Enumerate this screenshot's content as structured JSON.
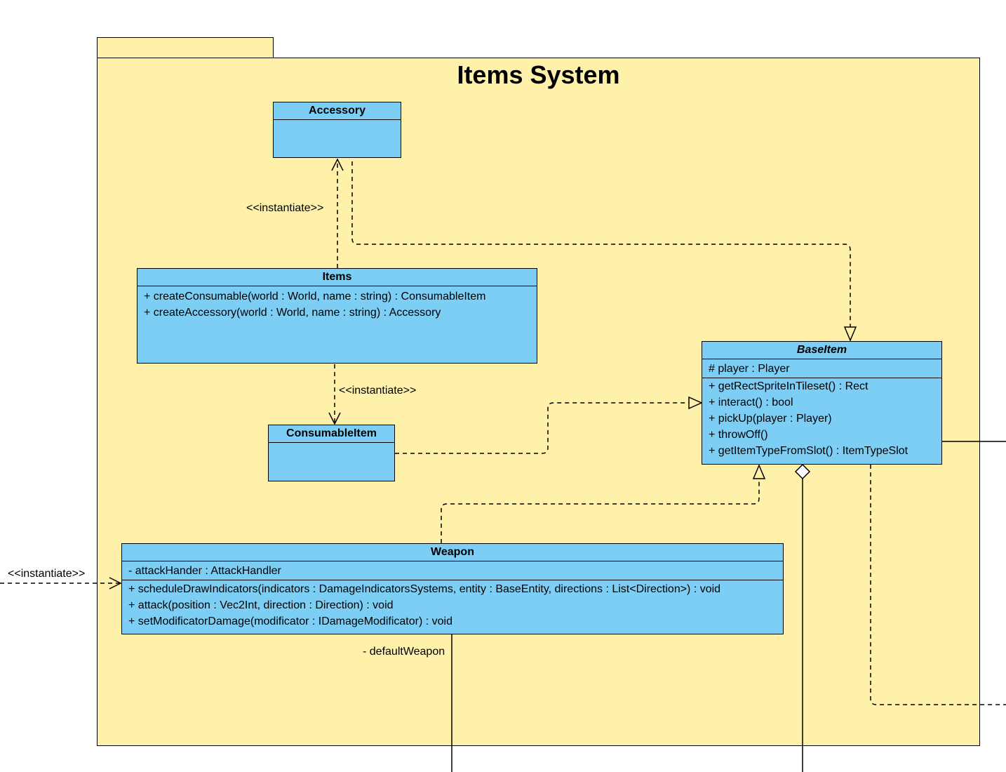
{
  "package": {
    "title": "Items System"
  },
  "classes": {
    "accessory": {
      "name": "Accessory",
      "attributes": [],
      "methods": []
    },
    "items": {
      "name": "Items",
      "attributes": [],
      "methods": [
        "+ createConsumable(world : World, name : string) : ConsumableItem",
        "+ createAccessory(world : World, name : string) : Accessory"
      ]
    },
    "consumable": {
      "name": "ConsumableItem",
      "attributes": [],
      "methods": []
    },
    "baseitem": {
      "name": "BaseItem",
      "attributes": [
        "# player : Player"
      ],
      "methods": [
        "+ getRectSpriteInTileset() : Rect",
        "+ interact() : bool",
        "+ pickUp(player : Player)",
        "+ throwOff()",
        "+ getItemTypeFromSlot() : ItemTypeSlot"
      ]
    },
    "weapon": {
      "name": "Weapon",
      "attributes": [
        "- attackHander : AttackHandler"
      ],
      "methods": [
        "+ scheduleDrawIndicators(indicators : DamageIndicatorsSystems, entity : BaseEntity, directions : List<Direction>) : void",
        "+ attack(position : Vec2Int, direction : Direction) : void",
        "+ setModificatorDamage(modificator : IDamageModificator) : void"
      ]
    }
  },
  "labels": {
    "instantiate_accessory": "<<instantiate>>",
    "instantiate_consumable": "<<instantiate>>",
    "instantiate_weapon": "<<instantiate>>",
    "default_weapon": "- defaultWeapon"
  },
  "colors": {
    "package_fill": "#fff0aa",
    "class_fill": "#7dcef4",
    "line": "#000000"
  }
}
